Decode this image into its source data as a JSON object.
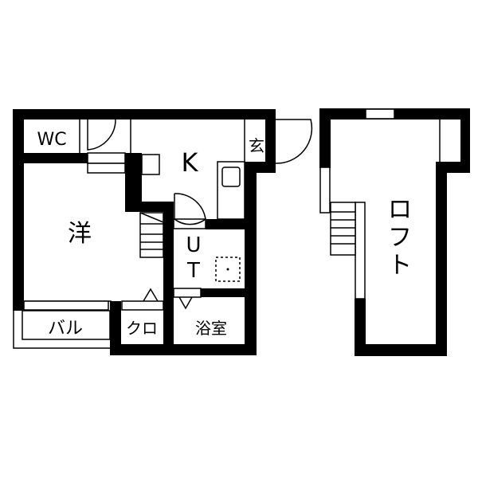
{
  "floor_plan": {
    "main_floor": {
      "rooms": {
        "wc": "WC",
        "kitchen": "K",
        "entrance": "玄",
        "western_room": "洋",
        "utility_u": "U",
        "utility_t": "T",
        "balcony": "バル",
        "closet": "クロ",
        "bathroom": "浴室"
      }
    },
    "loft_floor": {
      "rooms": {
        "loft_1": "ロ",
        "loft_2": "フ",
        "loft_3": "ト"
      }
    }
  },
  "colors": {
    "wall": "#000000",
    "background": "#ffffff"
  }
}
